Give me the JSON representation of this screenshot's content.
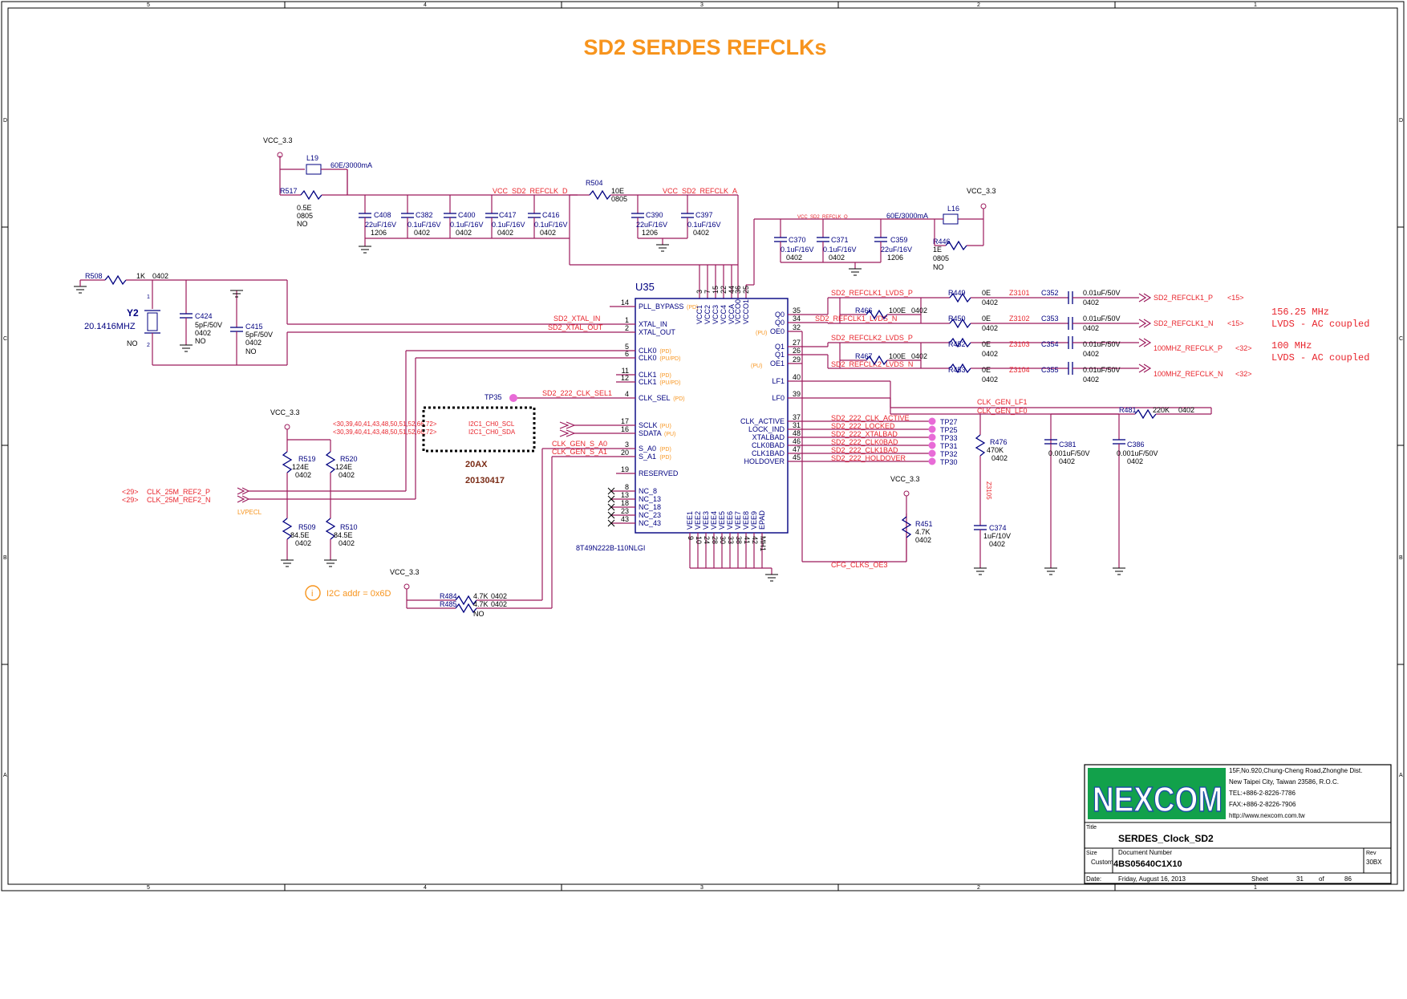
{
  "sheet": {
    "title": "SD2 SERDES REFCLKs",
    "col_markers": [
      "5",
      "4",
      "3",
      "2",
      "1"
    ],
    "row_markers": [
      "D",
      "C",
      "B",
      "A"
    ]
  },
  "ic": {
    "ref": "U35",
    "part": "8T49N222B-110NLGI",
    "left_pins": [
      {
        "num": "14",
        "name": "PLL_BYPASS",
        "pull": "(PD)"
      },
      {
        "num": "1",
        "name": "XTAL_IN",
        "pull": ""
      },
      {
        "num": "2",
        "name": "XTAL_OUT",
        "pull": ""
      },
      {
        "num": "5",
        "name": "CLK0",
        "pull": "(PD)"
      },
      {
        "num": "6",
        "name": "CLK0",
        "pull": "(PU/PD)"
      },
      {
        "num": "11",
        "name": "CLK1",
        "pull": "(PD)"
      },
      {
        "num": "12",
        "name": "CLK1",
        "pull": "(PU/PD)"
      },
      {
        "num": "4",
        "name": "CLK_SEL",
        "pull": "(PD)"
      },
      {
        "num": "17",
        "name": "SCLK",
        "pull": "(PU)"
      },
      {
        "num": "16",
        "name": "SDATA",
        "pull": "(PU)"
      },
      {
        "num": "3",
        "name": "S_A0",
        "pull": "(PD)"
      },
      {
        "num": "20",
        "name": "S_A1",
        "pull": "(PD)"
      },
      {
        "num": "19",
        "name": "RESERVED",
        "pull": ""
      },
      {
        "num": "8",
        "name": "NC_8",
        "pull": ""
      },
      {
        "num": "13",
        "name": "NC_13",
        "pull": ""
      },
      {
        "num": "18",
        "name": "NC_18",
        "pull": ""
      },
      {
        "num": "23",
        "name": "NC_23",
        "pull": ""
      },
      {
        "num": "43",
        "name": "NC_43",
        "pull": ""
      }
    ],
    "right_pins": [
      {
        "num": "35",
        "name": "Q0"
      },
      {
        "num": "34",
        "name": "Q0"
      },
      {
        "num": "32",
        "name": "OE0"
      },
      {
        "num": "27",
        "name": "Q1"
      },
      {
        "num": "26",
        "name": "Q1"
      },
      {
        "num": "29",
        "name": "OE1"
      },
      {
        "num": "40",
        "name": "LF1"
      },
      {
        "num": "39",
        "name": "LF0"
      },
      {
        "num": "37",
        "name": "CLK_ACTIVE"
      },
      {
        "num": "31",
        "name": "LOCK_IND"
      },
      {
        "num": "48",
        "name": "XTALBAD"
      },
      {
        "num": "46",
        "name": "CLK0BAD"
      },
      {
        "num": "47",
        "name": "CLK1BAD"
      },
      {
        "num": "45",
        "name": "HOLDOVER"
      }
    ],
    "oe_pull": "(PU)",
    "top_pins": [
      {
        "num": "3",
        "name": "VCC1"
      },
      {
        "num": "7",
        "name": "VCC2"
      },
      {
        "num": "15",
        "name": "VCC3"
      },
      {
        "num": "22",
        "name": "VCC4"
      },
      {
        "num": "44",
        "name": "VCCA"
      },
      {
        "num": "36",
        "name": "VCCO0"
      },
      {
        "num": "25",
        "name": "VCCO1"
      }
    ],
    "bottom_pins": [
      {
        "num": "9",
        "name": "VEE1"
      },
      {
        "num": "10",
        "name": "VEE2"
      },
      {
        "num": "24",
        "name": "VEE3"
      },
      {
        "num": "28",
        "name": "VEE4"
      },
      {
        "num": "30",
        "name": "VEE5"
      },
      {
        "num": "33",
        "name": "VEE6"
      },
      {
        "num": "38",
        "name": "VEE7"
      },
      {
        "num": "41",
        "name": "VEE8"
      },
      {
        "num": "42",
        "name": "VEE9"
      },
      {
        "num": "MH1",
        "name": "EPAD"
      }
    ]
  },
  "power": {
    "vcc_a": "VCC_3.3",
    "vcc_b": "VCC_3.3",
    "vcc_c": "VCC_3.3",
    "vcc_d": "VCC_3.3",
    "vcc_e": "VCC_3.3",
    "net_d": "VCC_SD2_REFCLK_D",
    "net_a": "VCC_SD2_REFCLK_A",
    "net_o": "VCC_SD2_REFCLK_O"
  },
  "parts": {
    "l19": {
      "ref": "L19",
      "val": "60E/3000mA"
    },
    "r517": {
      "ref": "R517",
      "val": "0.5E",
      "pkg": "0805",
      "opt": "NO"
    },
    "c408": {
      "ref": "C408",
      "val": "22uF/16V",
      "pkg": "1206"
    },
    "c382": {
      "ref": "C382",
      "val": "0.1uF/16V",
      "pkg": "0402"
    },
    "c400": {
      "ref": "C400",
      "val": "0.1uF/16V",
      "pkg": "0402"
    },
    "c417": {
      "ref": "C417",
      "val": "0.1uF/16V",
      "pkg": "0402"
    },
    "c416": {
      "ref": "C416",
      "val": "0.1uF/16V",
      "pkg": "0402"
    },
    "r504": {
      "ref": "R504",
      "val": "10E",
      "pkg": "0805"
    },
    "c390": {
      "ref": "C390",
      "val": "22uF/16V",
      "pkg": "1206"
    },
    "c397": {
      "ref": "C397",
      "val": "0.1uF/16V",
      "pkg": "0402"
    },
    "c370": {
      "ref": "C370",
      "val": "0.1uF/16V",
      "pkg": "0402"
    },
    "c371": {
      "ref": "C371",
      "val": "0.1uF/16V",
      "pkg": "0402"
    },
    "c359": {
      "ref": "C359",
      "val": "22uF/16V",
      "pkg": "1206"
    },
    "l16": {
      "ref": "L16",
      "val": "60E/3000mA"
    },
    "r446": {
      "ref": "R446",
      "val": "1E",
      "pkg": "0805",
      "opt": "NO"
    },
    "r508": {
      "ref": "R508",
      "val": "1K",
      "pkg": "0402"
    },
    "y2": {
      "ref": "Y2",
      "val": "20.1416MHZ",
      "opt": "NO"
    },
    "c424": {
      "ref": "C424",
      "val": "5pF/50V",
      "pkg": "0402",
      "opt": "NO"
    },
    "c415": {
      "ref": "C415",
      "val": "5pF/50V",
      "pkg": "0402",
      "opt": "NO"
    },
    "r519": {
      "ref": "R519",
      "val": "124E",
      "pkg": "0402"
    },
    "r520": {
      "ref": "R520",
      "val": "124E",
      "pkg": "0402"
    },
    "r509": {
      "ref": "R509",
      "val": "84.5E",
      "pkg": "0402"
    },
    "r510": {
      "ref": "R510",
      "val": "84.5E",
      "pkg": "0402"
    },
    "r484": {
      "ref": "R484",
      "val": "4.7K",
      "pkg": "0402"
    },
    "r485": {
      "ref": "R485",
      "val": "4.7K",
      "pkg": "0402",
      "opt": "NO"
    },
    "r449": {
      "ref": "R449",
      "val": "0E",
      "pkg": "0402"
    },
    "r450": {
      "ref": "R450",
      "val": "0E",
      "pkg": "0402"
    },
    "r452": {
      "ref": "R452",
      "val": "0E",
      "pkg": "0402"
    },
    "r453": {
      "ref": "R453",
      "val": "0E",
      "pkg": "0402"
    },
    "r466": {
      "ref": "R466",
      "val": "100E",
      "pkg": "0402"
    },
    "r467": {
      "ref": "R467",
      "val": "100E",
      "pkg": "0402"
    },
    "c352": {
      "ref": "C352",
      "val": "0.01uF/50V",
      "pkg": "0402"
    },
    "c353": {
      "ref": "C353",
      "val": "0.01uF/50V",
      "pkg": "0402"
    },
    "c354": {
      "ref": "C354",
      "val": "0.01uF/50V",
      "pkg": "0402"
    },
    "c355": {
      "ref": "C355",
      "val": "0.01uF/50V",
      "pkg": "0402"
    },
    "r481": {
      "ref": "R481",
      "val": "220K",
      "pkg": "0402"
    },
    "r476": {
      "ref": "R476",
      "val": "470K",
      "pkg": "0402"
    },
    "c381": {
      "ref": "C381",
      "val": "0.001uF/50V",
      "pkg": "0402"
    },
    "c386": {
      "ref": "C386",
      "val": "0.001uF/50V",
      "pkg": "0402"
    },
    "c374": {
      "ref": "C374",
      "val": "1uF/10V",
      "pkg": "0402"
    },
    "r451": {
      "ref": "R451",
      "val": "4.7K",
      "pkg": "0402"
    },
    "z3101": "Z3101",
    "z3102": "Z3102",
    "z3103": "Z3103",
    "z3104": "Z3104",
    "z3105": "Z3105",
    "tp35": "TP35"
  },
  "nets": {
    "xtal_in": "SD2_XTAL_IN",
    "xtal_out": "SD2_XTAL_OUT",
    "clk_sel": "SD2_222_CLK_SEL1",
    "scl_ref": "<30,39,40,41,43,48,50,51,52,66,72>",
    "sda_ref": "<30,39,40,41,43,48,50,51,52,66,72>",
    "scl": "I2C1_CH0_SCL",
    "sda": "I2C1_CH0_SDA",
    "sa0": "CLK_GEN_S_A0",
    "sa1": "CLK_GEN_S_A1",
    "ref_p_page": "<29>",
    "ref_n_page": "<29>",
    "ref_p": "CLK_25M_REF2_P",
    "ref_n": "CLK_25M_REF2_N",
    "lvpecl": "LVPECL",
    "lvds1_p": "SD2_REFCLK1_LVDS_P",
    "lvds1_n": "SD2_REFCLK1_LVDS_N",
    "lvds2_p": "SD2_REFCLK2_LVDS_P",
    "lvds2_n": "SD2_REFCLK2_LVDS_N",
    "out1_p": "SD2_REFCLK1_P",
    "out1_p_page": "<15>",
    "out1_n": "SD2_REFCLK1_N",
    "out1_n_page": "<15>",
    "out2_p": "100MHZ_REFCLK_P",
    "out2_p_page": "<32>",
    "out2_n": "100MHZ_REFCLK_N",
    "out2_n_page": "<32>",
    "lf1": "CLK_GEN_LF1",
    "lf0": "CLK_GEN_LF0",
    "oe": "CFG_CLKS_OE3",
    "tp_nets": [
      {
        "net": "SD2_222_CLK_ACTIVE",
        "tp": "TP27"
      },
      {
        "net": "SD2_222_LOCKED",
        "tp": "TP25"
      },
      {
        "net": "SD2_222_XTALBAD",
        "tp": "TP33"
      },
      {
        "net": "SD2_222_CLK0BAD",
        "tp": "TP31"
      },
      {
        "net": "SD2_222_CLK1BAD",
        "tp": "TP32"
      },
      {
        "net": "SD2_222_HOLDOVER",
        "tp": "TP30"
      }
    ]
  },
  "notes": {
    "freq1": "156.25 MHz",
    "coupling1": "LVDS - AC coupled",
    "freq2": "100 MHz",
    "coupling2": "LVDS - AC coupled",
    "box_rev": "20AX",
    "box_date": "20130417",
    "i2c": "I2C addr = 0x6D",
    "info_icon": "i"
  },
  "titleblock": {
    "logo": "NEXCOM",
    "addr1": "15F,No.920,Chung-Cheng Road,Zhonghe Dist.",
    "addr2": "New Taipei City, Taiwan 23586, R.O.C.",
    "tel": "TEL:+886-2-8226-7786",
    "fax": "FAX:+886-2-8226-7906",
    "web": "http://www.nexcom.com.tw",
    "title_lbl": "Title",
    "title": "SERDES_Clock_SD2",
    "size_lbl": "Size",
    "size": "Custom",
    "doc_lbl": "Document Number",
    "doc": "4BS05640C1X10",
    "rev_lbl": "Rev",
    "rev": "30BX",
    "date_lbl": "Date:",
    "date": "Friday, August 16, 2013",
    "sheet_lbl": "Sheet",
    "sheet": "31",
    "of_lbl": "of",
    "total": "86"
  },
  "colors": {
    "accent": "#f7941d",
    "net": "#e8242c",
    "wire": "#9c1a5c",
    "symbol": "#000080",
    "logo_green": "#12a14b",
    "logo_blue": "#1b4fa3"
  }
}
